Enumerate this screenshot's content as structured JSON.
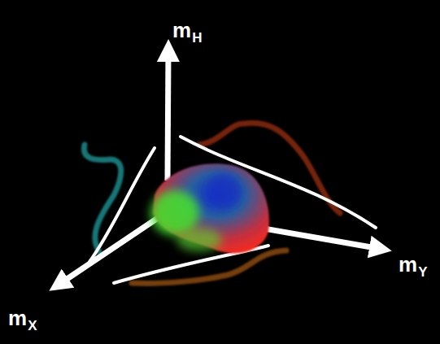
{
  "diagram": {
    "labels": [
      "m",
      "H",
      "m",
      "Y",
      "m",
      "X"
    ]
  }
}
